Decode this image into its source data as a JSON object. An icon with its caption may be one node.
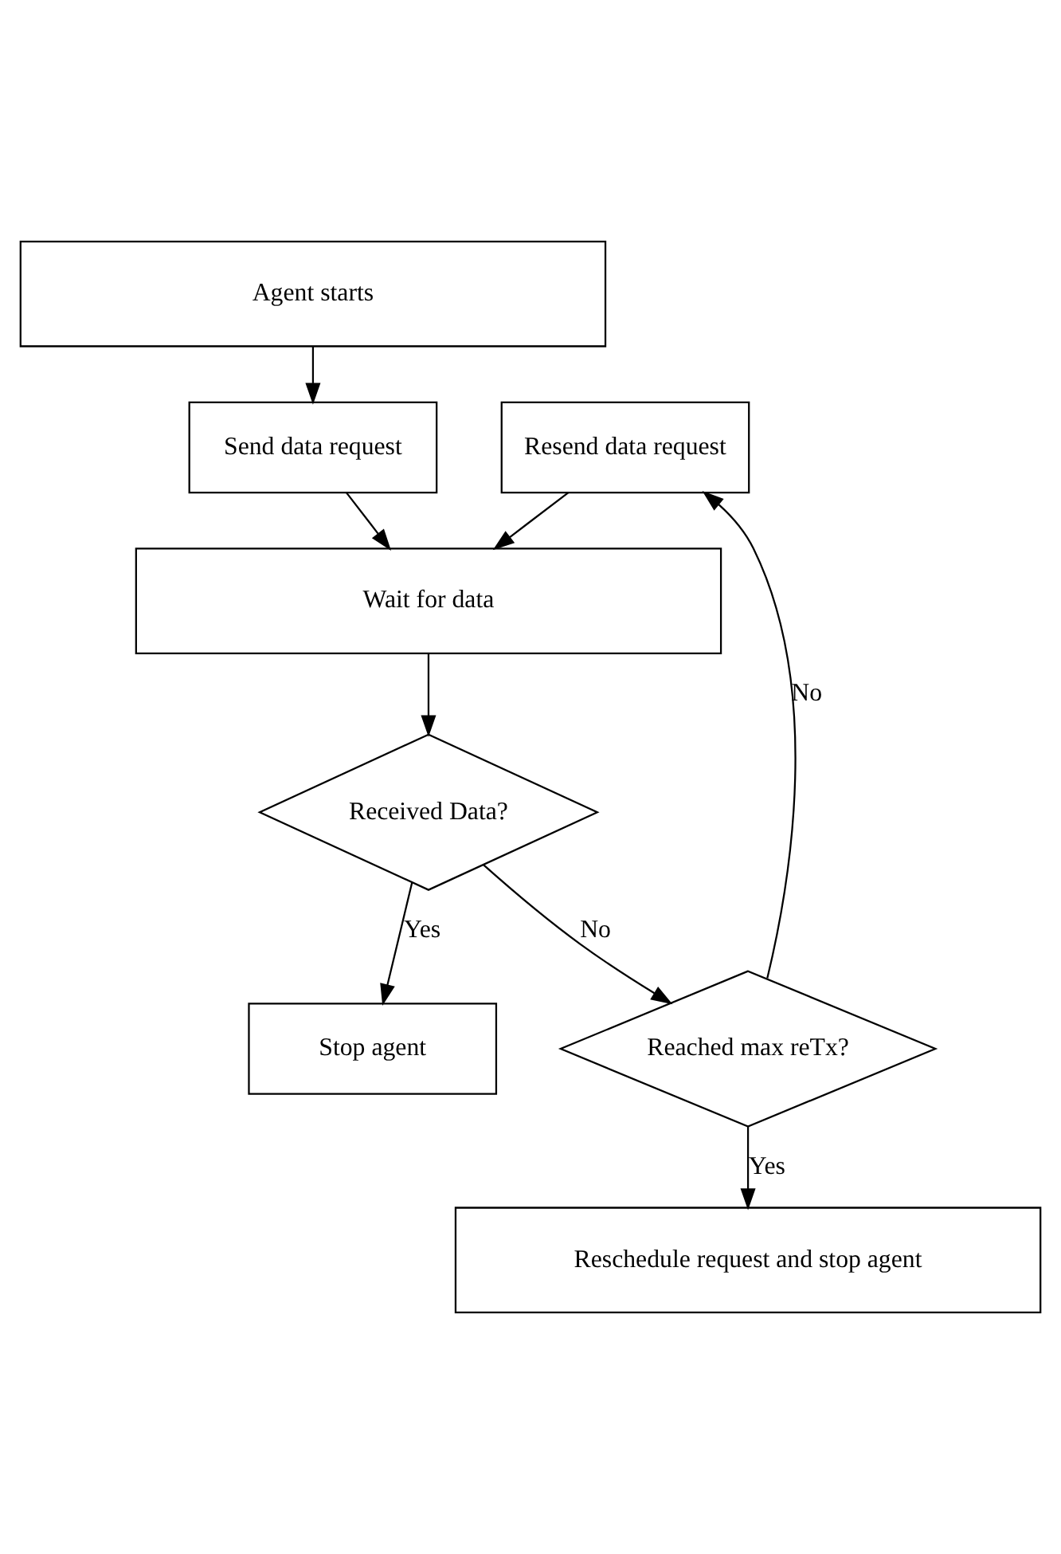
{
  "diagram": {
    "nodes": [
      {
        "text": [
          "Agent starts"
        ]
      },
      {
        "text": [
          "Send data request"
        ]
      },
      {
        "text": [
          "Resend data request"
        ]
      },
      {
        "text": [
          "Wait for data"
        ]
      },
      {
        "text": [
          "Received Data?"
        ]
      },
      {
        "text": [
          "Stop agent"
        ]
      },
      {
        "text": [
          "Reached max reTx?"
        ]
      },
      {
        "text": [
          "Reschedule request and stop agent"
        ]
      }
    ],
    "edges": [
      {
        "from": 0,
        "to": 1,
        "arrow": "to"
      },
      {
        "from": 1,
        "to": 3,
        "arrow": "to"
      },
      {
        "from": 2,
        "to": 3,
        "arrow": "to"
      },
      {
        "from": 3,
        "to": 4,
        "arrow": "to"
      },
      {
        "from": 4,
        "to": 5,
        "arrow": "to",
        "label": "Yes"
      },
      {
        "from": 4,
        "to": 6,
        "arrow": "to",
        "label": "No"
      },
      {
        "from": 6,
        "to": 7,
        "arrow": "to",
        "label": "Yes"
      },
      {
        "from": 6,
        "to": 2,
        "arrow": "to",
        "label": "No"
      }
    ]
  }
}
